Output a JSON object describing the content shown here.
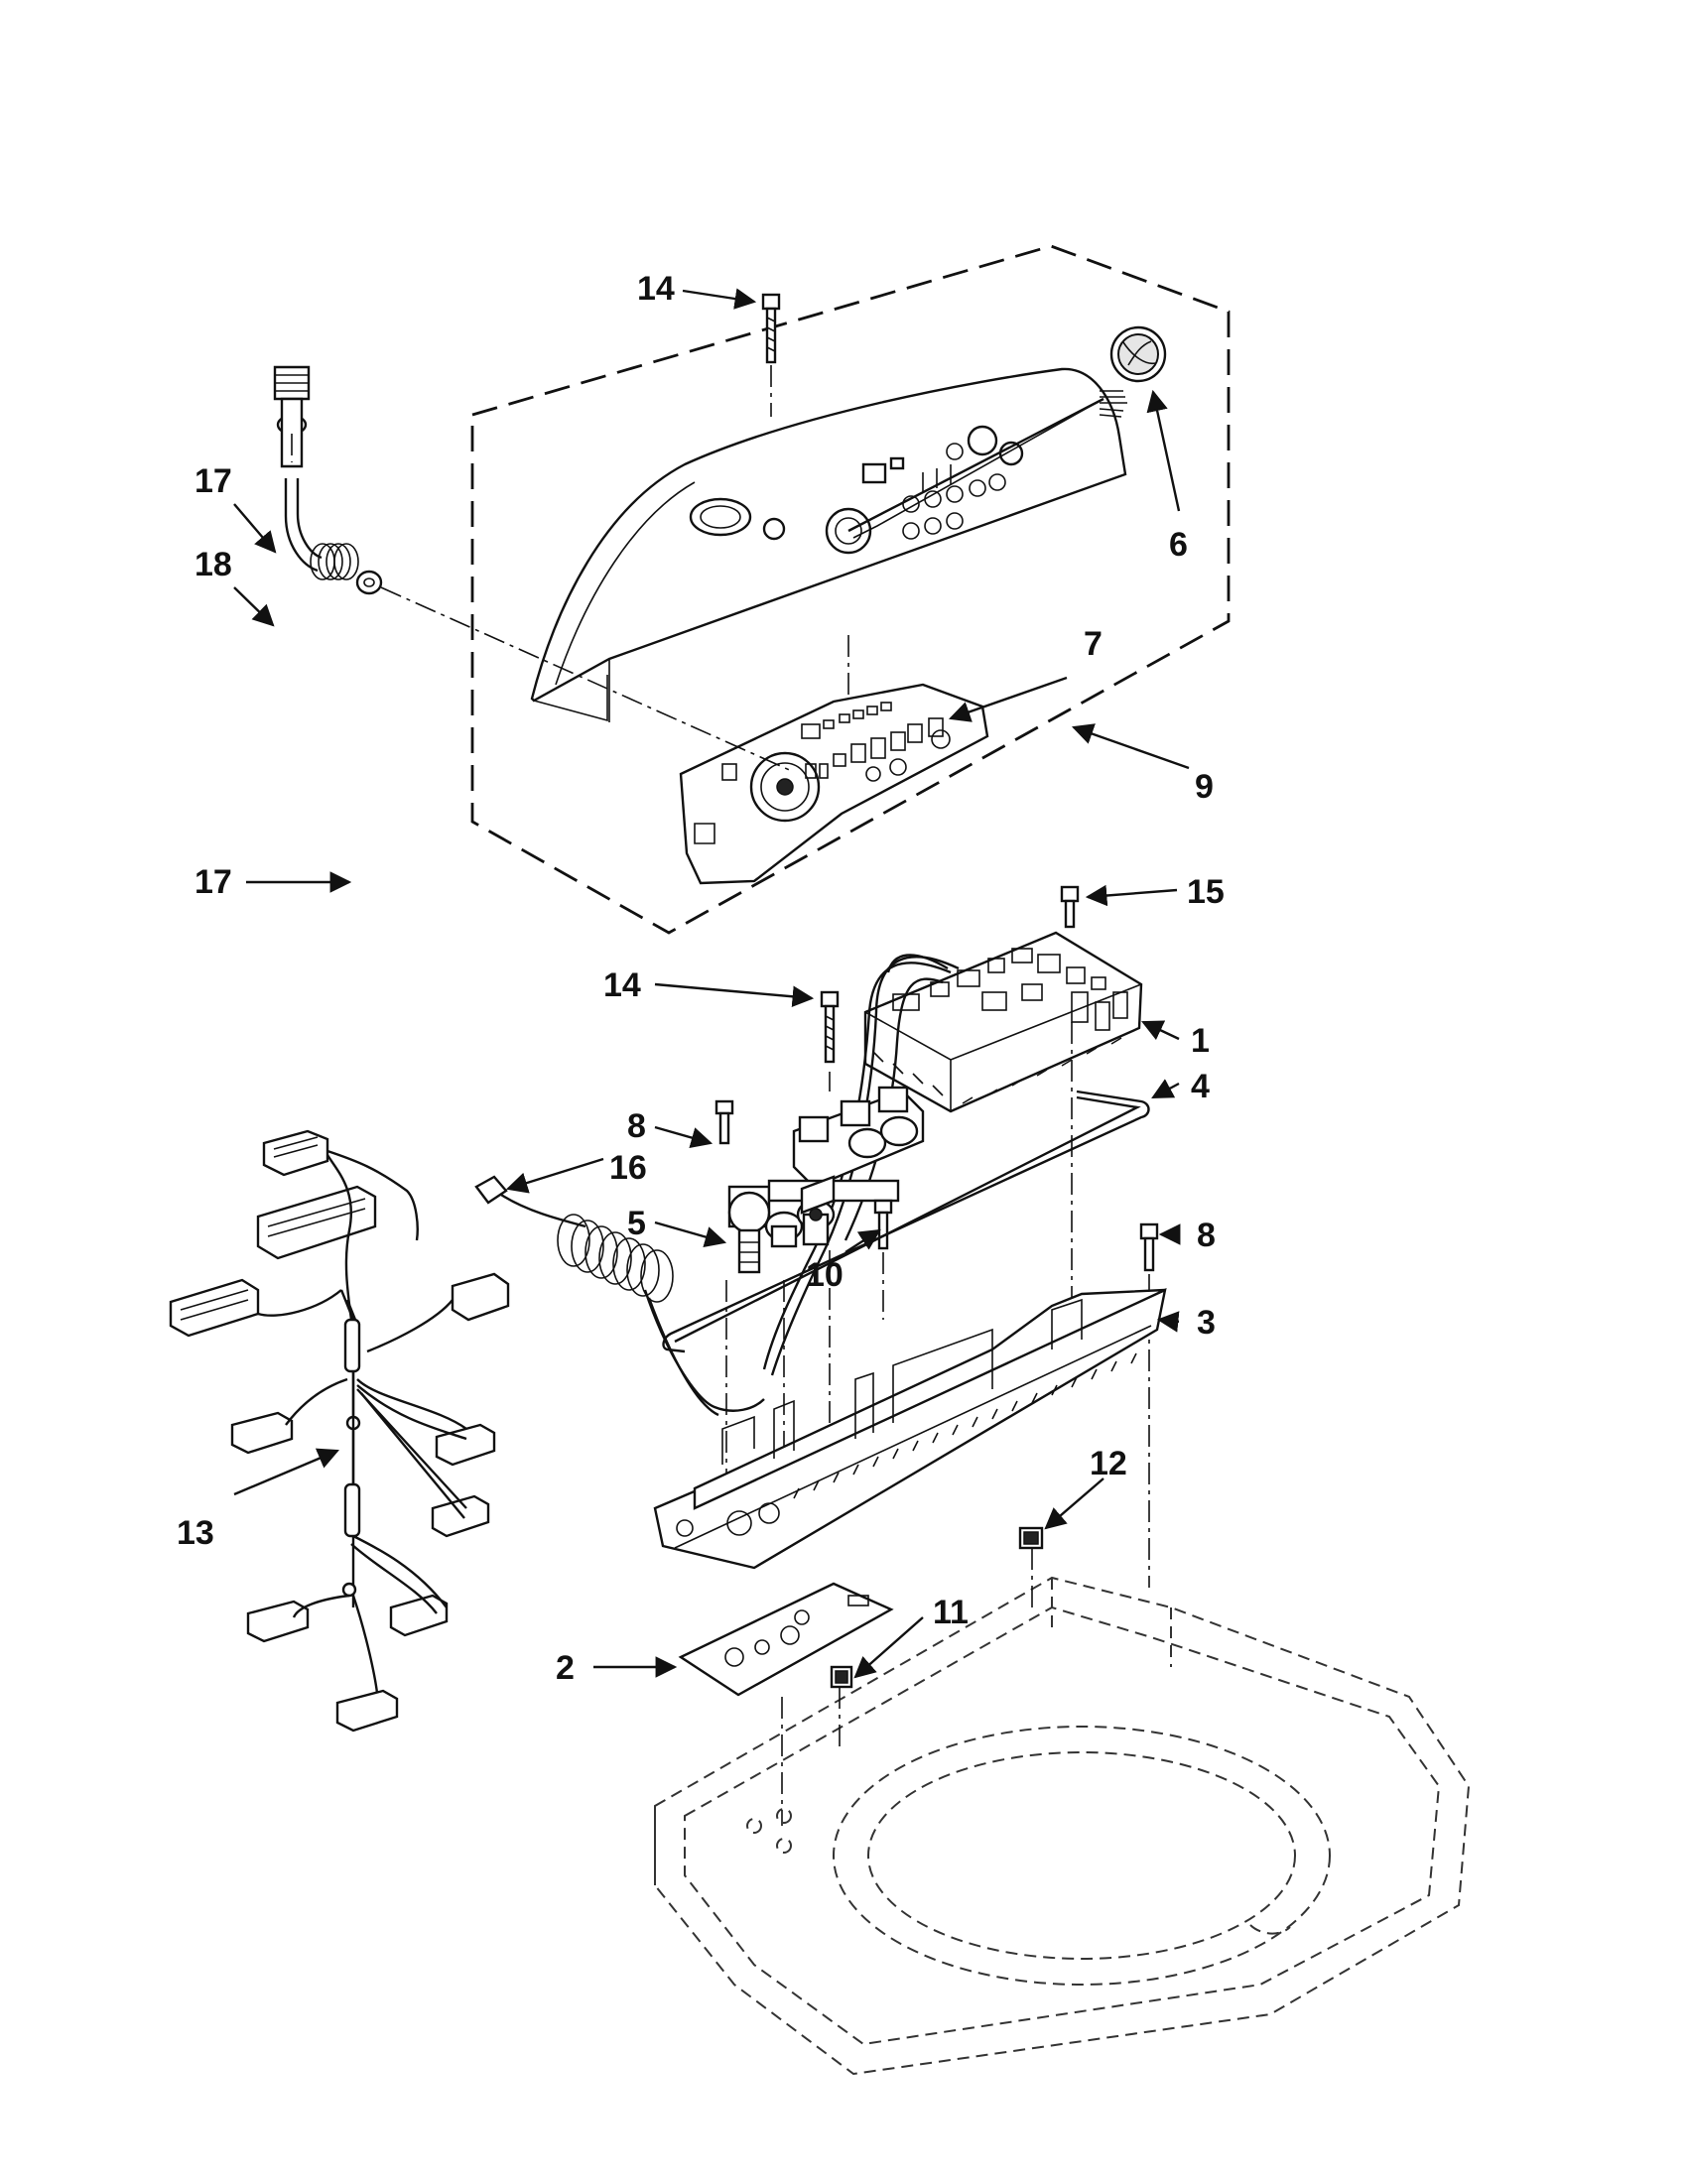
{
  "callouts": [
    {
      "id": "1",
      "label": "1"
    },
    {
      "id": "2",
      "label": "2"
    },
    {
      "id": "3",
      "label": "3"
    },
    {
      "id": "4",
      "label": "4"
    },
    {
      "id": "5",
      "label": "5"
    },
    {
      "id": "6",
      "label": "6"
    },
    {
      "id": "7",
      "label": "7"
    },
    {
      "id": "8a",
      "label": "8"
    },
    {
      "id": "8b",
      "label": "8"
    },
    {
      "id": "9",
      "label": "9"
    },
    {
      "id": "10",
      "label": "10"
    },
    {
      "id": "11",
      "label": "11"
    },
    {
      "id": "12",
      "label": "12"
    },
    {
      "id": "13",
      "label": "13"
    },
    {
      "id": "14a",
      "label": "14"
    },
    {
      "id": "14b",
      "label": "14"
    },
    {
      "id": "15",
      "label": "15"
    },
    {
      "id": "16",
      "label": "16"
    },
    {
      "id": "17a",
      "label": "17"
    },
    {
      "id": "17b",
      "label": "17"
    },
    {
      "id": "18",
      "label": "18"
    }
  ],
  "style": {
    "ink": "#111111",
    "paper": "#ffffff"
  }
}
